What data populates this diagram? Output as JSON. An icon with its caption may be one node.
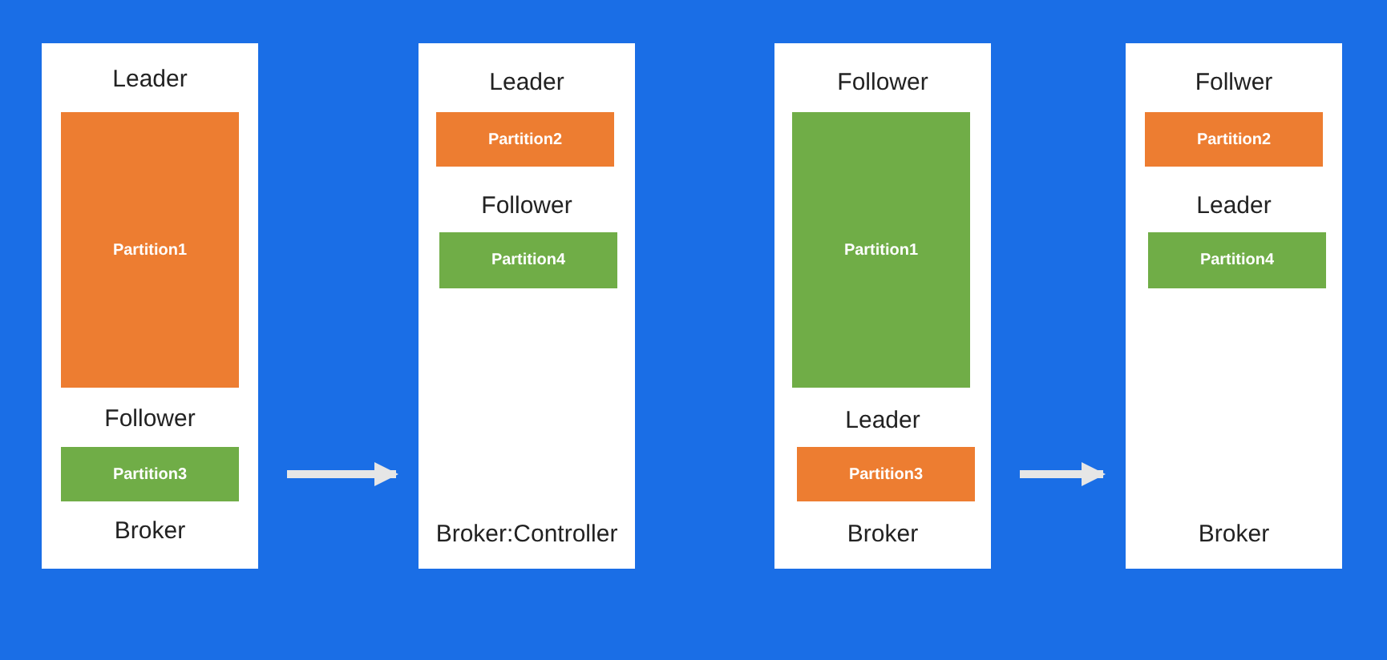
{
  "diagram": {
    "nodes": [
      {
        "text": [
          "Leader",
          "Follower",
          "Broker"
        ]
      },
      {
        "text": [
          "Partition1"
        ],
        "in": 0
      },
      {
        "text": [
          "Partition3"
        ],
        "in": 0
      },
      {
        "text": [
          "Leader",
          "Follower",
          "Broker:Controller"
        ]
      },
      {
        "text": [
          "Partition2"
        ],
        "in": 3
      },
      {
        "text": [
          "Partition4"
        ],
        "in": 3
      },
      {
        "text": [
          "Follower",
          "Leader",
          "Broker"
        ]
      },
      {
        "text": [
          "Partition1"
        ],
        "in": 6
      },
      {
        "text": [
          "Partition3"
        ],
        "in": 6
      },
      {
        "text": [
          "Follwer",
          "Leader",
          "Broker"
        ]
      },
      {
        "text": [
          "Partition2"
        ],
        "in": 9
      },
      {
        "text": [
          "Partition4"
        ],
        "in": 9
      }
    ],
    "edges": [
      {
        "from": 0,
        "to": 3,
        "arrow": "to"
      },
      {
        "from": 6,
        "to": 9,
        "arrow": "to"
      }
    ]
  }
}
